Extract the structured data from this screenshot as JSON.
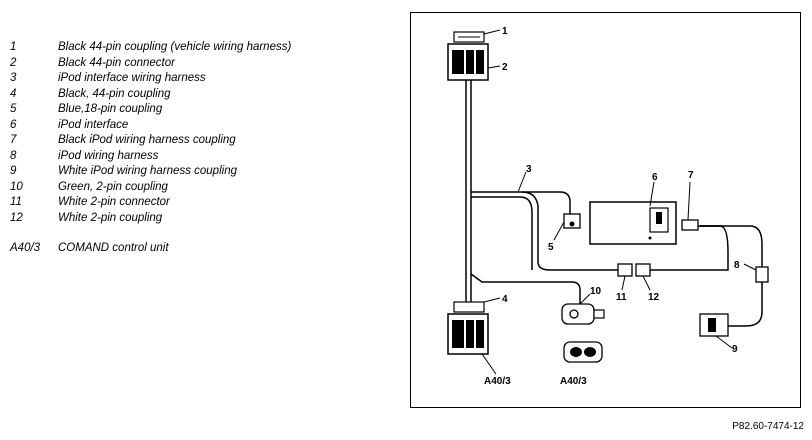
{
  "legend": {
    "items": [
      {
        "num": "1",
        "text": "Black 44-pin coupling (vehicle wiring harness)"
      },
      {
        "num": "2",
        "text": "Black 44-pin connector"
      },
      {
        "num": "3",
        "text": "iPod interface wiring harness"
      },
      {
        "num": "4",
        "text": "Black, 44-pin coupling"
      },
      {
        "num": "5",
        "text": "Blue,18-pin coupling"
      },
      {
        "num": "6",
        "text": "iPod interface"
      },
      {
        "num": "7",
        "text": "Black iPod wiring harness coupling"
      },
      {
        "num": "8",
        "text": "iPod wiring harness"
      },
      {
        "num": "9",
        "text": "White iPod wiring harness coupling"
      },
      {
        "num": "10",
        "text": "Green, 2-pin coupling"
      },
      {
        "num": "11",
        "text": "White 2-pin connector"
      },
      {
        "num": "12",
        "text": "White 2-pin coupling"
      }
    ],
    "extra": {
      "num": "A40/3",
      "text": "COMAND control unit"
    }
  },
  "diagram": {
    "callouts": {
      "c1": "1",
      "c2": "2",
      "c3": "3",
      "c4": "4",
      "c5": "5",
      "c6": "6",
      "c7": "7",
      "c8": "8",
      "c9": "9",
      "c10": "10",
      "c11": "11",
      "c12": "12",
      "a40_1": "A40/3",
      "a40_2": "A40/3"
    }
  },
  "ref_code": "P82.60-7474-12"
}
